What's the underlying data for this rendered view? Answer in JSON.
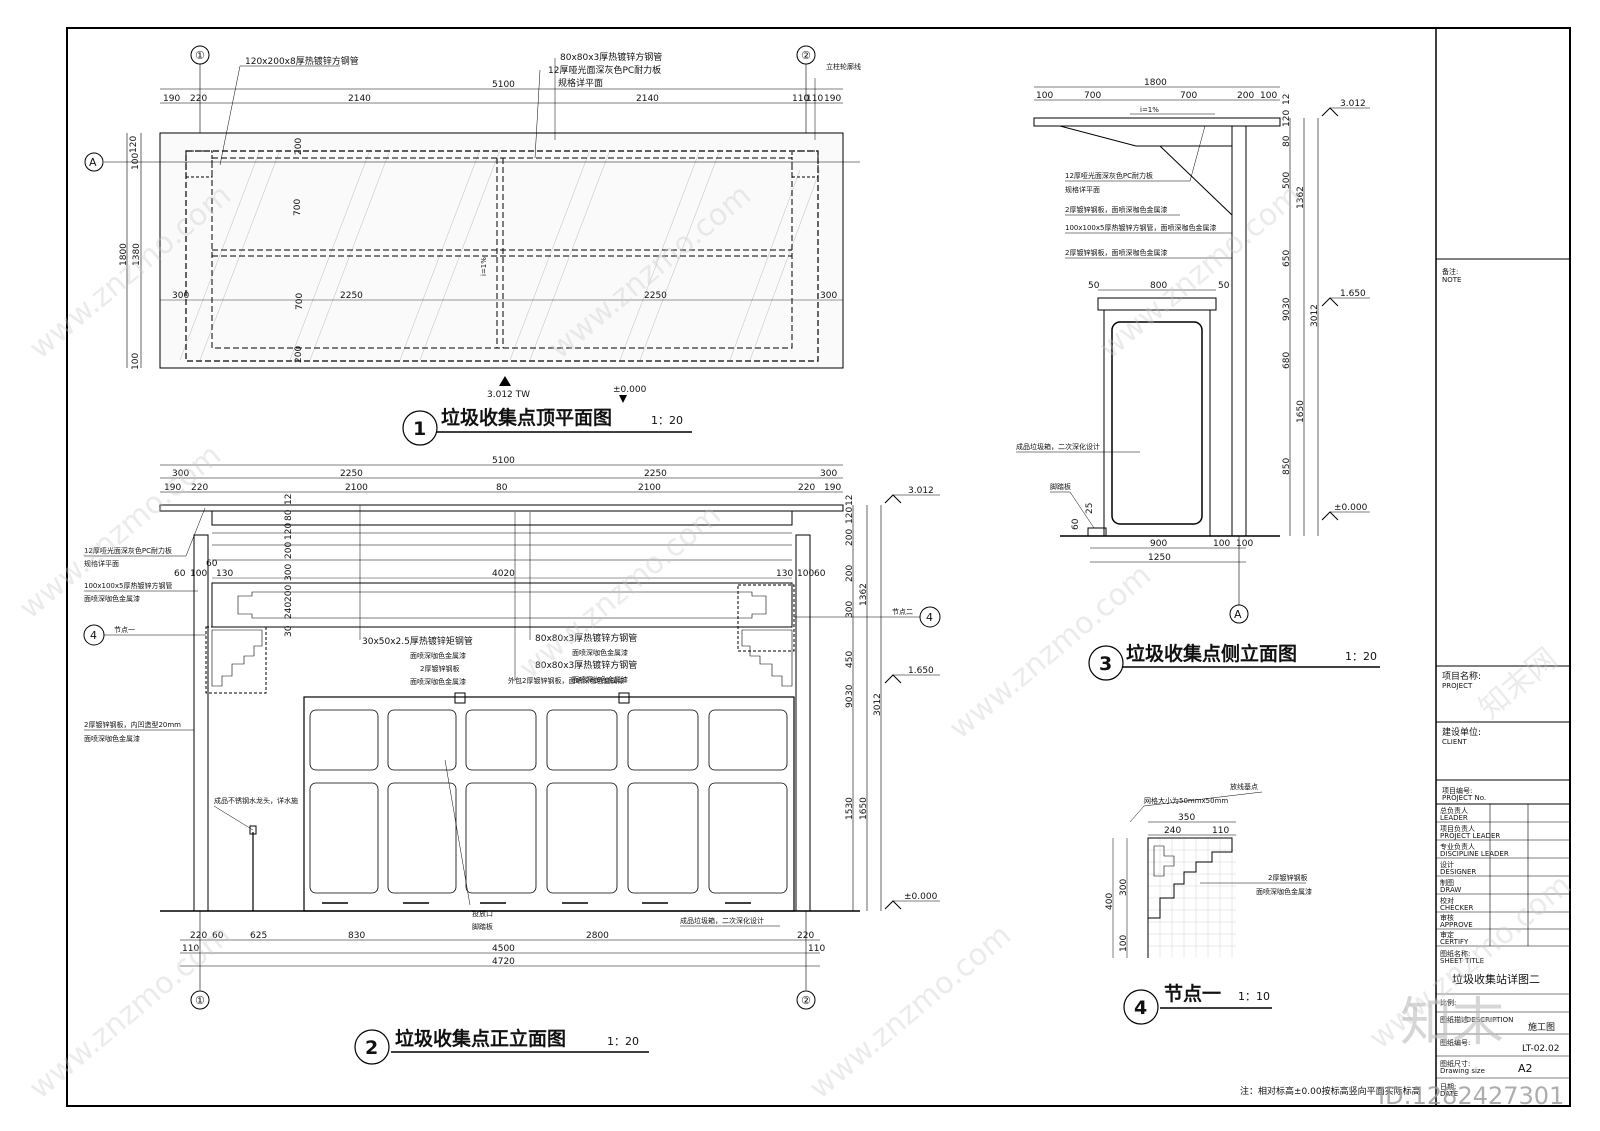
{
  "drawings": {
    "top_plan": {
      "number": "1",
      "title": "垃圾收集点顶平面图",
      "scale": "1：20",
      "callouts": {
        "tube_120": "120x200x8厚热镀锌方钢管",
        "tube_80": "80x80x3厚热镀锌方钢管",
        "pc_board": "12厚哑光面深灰色PC耐力板",
        "spec_note": "规格详平面",
        "column_line": "立柱轮廓线"
      },
      "dims": {
        "overall": "5100",
        "d190": "190",
        "d220": "220",
        "d2140": "2140",
        "d110": "110",
        "d300": "300",
        "d2250": "2250",
        "d200": "200",
        "d700": "700",
        "d1800": "1800",
        "d1380": "1380",
        "d120": "120",
        "d100": "100",
        "slope": "i=1%"
      },
      "elevation_mark": "3.012 TW",
      "zero_mark": "±0.000",
      "axis_1": "①",
      "axis_2": "②",
      "axis_a": "A"
    },
    "front_elev": {
      "number": "2",
      "title": "垃圾收集点正立面图",
      "scale": "1：20",
      "callouts": {
        "pc_board": "12厚哑光面深灰色PC耐力板",
        "spec_note": "规格详平面",
        "tube_100": "100x100x5厚热镀锌方钢管",
        "paint_note": "面喷深咖色金属漆",
        "node_1": "节点一",
        "node_2": "节点二",
        "tube_30x50": "30x50x2.5厚热镀锌矩钢管",
        "paint_a": "面喷深咖色金属漆",
        "plate_2": "2厚镀锌钢板",
        "paint_b": "面喷深咖色金属漆",
        "tube_80a": "80x80x3厚热镀锌方钢管",
        "paint_c": "面喷深咖色金属漆",
        "tube_80b": "80x80x3厚热镀锌方钢管",
        "paint_d": "面喷深咖色金属漆",
        "outer_plate": "外包2厚镀锌钢板，面喷深咖色金属漆",
        "plate_side": "2厚镀锌钢板，内凹造型20mm",
        "paint_side": "面喷深咖色金属漆",
        "faucet": "成品不锈钢水龙头，详水施",
        "drop_port": "投放口",
        "kick_plate": "脚踏板",
        "bins": "成品垃圾箱，二次深化设计"
      },
      "dims": {
        "overall": "5100",
        "d300": "300",
        "d2250": "2250",
        "d190": "190",
        "d220": "220",
        "d2100": "2100",
        "d80": "80",
        "d4020": "4020",
        "d60": "60",
        "d100": "100",
        "d130": "130",
        "d625": "625",
        "d830": "830",
        "d2800": "2800",
        "d110": "110",
        "d4500": "4500",
        "d4720": "4720",
        "v12": "12",
        "v80": "80",
        "v120": "120",
        "v200": "200",
        "v300": "300",
        "v240": "240",
        "v30": "30",
        "v450": "450",
        "v90": "90",
        "v1530": "1530",
        "v1650": "1650",
        "v1362": "1362",
        "v3012": "3012"
      },
      "levels": [
        "3.012",
        "1.650",
        "±0.000"
      ],
      "axis_1": "①",
      "axis_2": "②",
      "section_mark": "4"
    },
    "side_elev": {
      "number": "3",
      "title": "垃圾收集点侧立面图",
      "scale": "1：20",
      "callouts": {
        "pc_board": "12厚哑光面深灰色PC耐力板",
        "spec_note": "规格详平面",
        "plate_2": "2厚镀锌钢板，面喷深咖色金属漆",
        "tube_100": "100x100x5厚热镀锌方钢管，面喷深咖色金属漆",
        "plate_2b": "2厚镀锌钢板，面喷深咖色金属漆",
        "bins": "成品垃圾箱，二次深化设计",
        "kick_plate": "脚踏板"
      },
      "dims": {
        "top": "1800",
        "d100": "100",
        "d700": "700",
        "d200": "200",
        "slope": "i=1%",
        "d50": "50",
        "d800": "800",
        "d900": "900",
        "d1250": "1250",
        "d60": "60",
        "d25": "25",
        "v120": "120",
        "v12": "12",
        "v80": "80",
        "v500": "500",
        "v650": "650",
        "v30": "30",
        "v90": "90",
        "v680": "680",
        "v850": "850",
        "v1362": "1362",
        "v3012": "3012",
        "v1650": "1650"
      },
      "levels": [
        "3.012",
        "1.650",
        "±0.000"
      ],
      "axis_a": "A"
    },
    "node_one": {
      "number": "4",
      "title": "节点一",
      "scale": "1：10",
      "callouts": {
        "origin": "放线基点",
        "grid": "网格大小为50mmx50mm",
        "plate": "2厚镀锌钢板",
        "paint": "面喷深咖色金属漆"
      },
      "dims": {
        "d350": "350",
        "d240": "240",
        "d110": "110",
        "v400": "400",
        "v300": "300",
        "v100": "100"
      }
    }
  },
  "title_block": {
    "note_label": "备注:",
    "note_en": "NOTE",
    "project_label": "项目名称:",
    "project_en": "PROJECT",
    "client_label": "建设单位:",
    "client_en": "CLIENT",
    "project_no_label": "项目编号:",
    "project_no_en": "PROJECT No.",
    "rows": [
      {
        "cn": "总负责人",
        "en": "LEADER"
      },
      {
        "cn": "项目负责人",
        "en": "PROJECT LEADER"
      },
      {
        "cn": "专业负责人",
        "en": "DISCIPLINE LEADER"
      },
      {
        "cn": "设计",
        "en": "DESIGNER"
      },
      {
        "cn": "制图",
        "en": "DRAW"
      },
      {
        "cn": "校对",
        "en": "CHECKER"
      },
      {
        "cn": "审核",
        "en": "APPROVE"
      },
      {
        "cn": "审定",
        "en": "CERTIFY"
      }
    ],
    "sheet_title_label": "图纸名称:",
    "sheet_title_en": "SHEET TITLE",
    "sheet_title": "垃圾收集站详图二",
    "scale_label": "比例:",
    "desc_label": "图纸描述",
    "desc_en": "DESCRIPTION",
    "desc_value": "施工图",
    "sheet_no_label": "图纸编号:",
    "sheet_no_value": "LT-02.02",
    "size_label": "图纸尺寸:",
    "size_en": "Drawing size",
    "size_value": "A2",
    "date_label": "日期:",
    "date_en": "DATE"
  },
  "footer_note": "注：相对标高±0.00按标高竖向平面实际标高",
  "watermark": {
    "site": "www.znzmo.com",
    "brand": "知末网",
    "logo": "知末",
    "id": "ID:1282427301"
  }
}
